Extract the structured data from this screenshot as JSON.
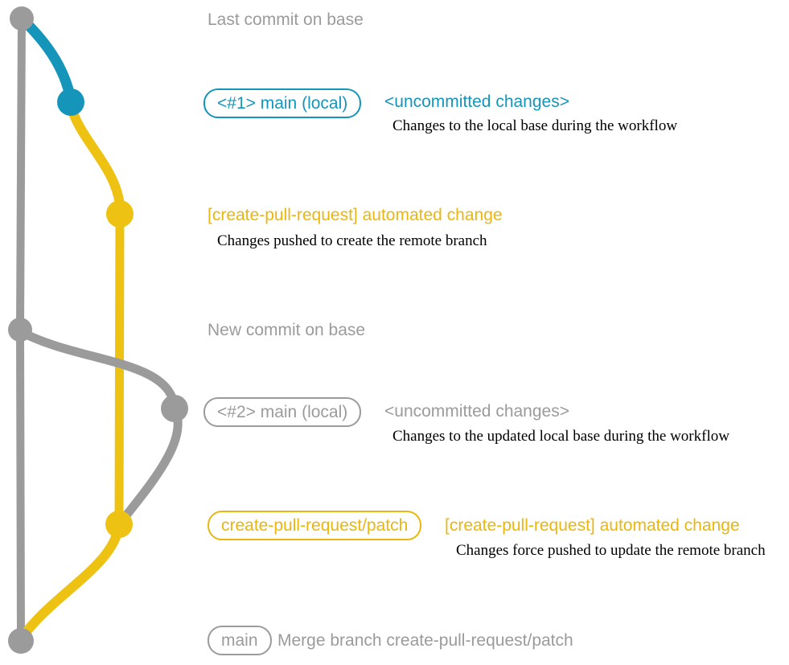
{
  "colors": {
    "gray": "#9B9B9B",
    "teal": "#1695BA",
    "yellow": "#EDC213",
    "yellow-text": "#EAB60F",
    "ink": "#000000"
  },
  "annotations": {
    "last_commit": {
      "label": "Last commit on base"
    },
    "local_changes_1": {
      "badge": "<#1> main (local)",
      "status": "<uncommitted changes>",
      "description": "Changes to the local base during the workflow"
    },
    "automated_change_1": {
      "label": "[create-pull-request] automated change",
      "description": "Changes pushed to create the remote branch"
    },
    "new_commit": {
      "label": "New commit on base"
    },
    "local_changes_2": {
      "badge": "<#2> main (local)",
      "status": "<uncommitted changes>",
      "description": "Changes to the updated local base during the workflow"
    },
    "automated_change_2": {
      "badge": "create-pull-request/patch",
      "label": "[create-pull-request] automated change",
      "description": "Changes force pushed to update the remote branch"
    },
    "merge": {
      "badge": "main",
      "label": "Merge branch create-pull-request/patch"
    }
  },
  "graph": {
    "branches": [
      {
        "name": "base",
        "color_key": "gray"
      },
      {
        "name": "main-local-uncommitted",
        "color_key": "teal"
      },
      {
        "name": "create-pull-request/patch",
        "color_key": "yellow"
      }
    ],
    "commits": [
      {
        "id": 1,
        "branch": "base",
        "color_key": "gray",
        "annotation": "Last commit on base"
      },
      {
        "id": 2,
        "branch": "main-local-uncommitted",
        "color_key": "teal",
        "annotation": "<#1> main (local) <uncommitted changes>"
      },
      {
        "id": 3,
        "branch": "create-pull-request/patch",
        "color_key": "yellow",
        "annotation": "[create-pull-request] automated change"
      },
      {
        "id": 4,
        "branch": "base",
        "color_key": "gray",
        "annotation": "New commit on base"
      },
      {
        "id": 5,
        "branch": "main-local-uncommitted",
        "color_key": "gray",
        "annotation": "<#2> main (local) <uncommitted changes>"
      },
      {
        "id": 6,
        "branch": "create-pull-request/patch",
        "color_key": "yellow",
        "annotation": "create-pull-request/patch [create-pull-request] automated change"
      },
      {
        "id": 7,
        "branch": "base",
        "color_key": "gray",
        "annotation": "main — Merge branch create-pull-request/patch"
      }
    ]
  }
}
